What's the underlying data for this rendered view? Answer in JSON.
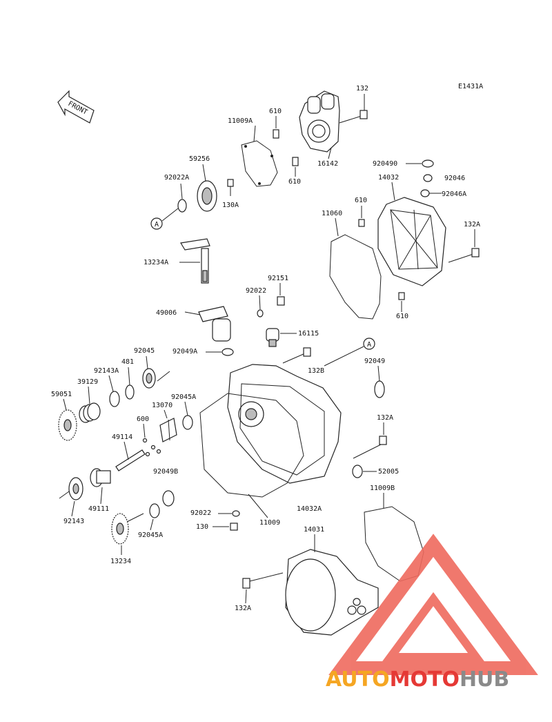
{
  "diagram_code": "E1431A",
  "front_label": "FRONT",
  "ref_mark": "A",
  "parts": {
    "p132": "132",
    "p11009A": "11009A",
    "p610_top": "610",
    "p16142": "16142",
    "p610_mid": "610",
    "p59256": "59256",
    "p92022A": "92022A",
    "p130A": "130A",
    "p920490": "920490",
    "p92046": "92046",
    "p14032": "14032",
    "p92046A": "92046A",
    "p610_r": "610",
    "p11060": "11060",
    "p132A_r": "132A",
    "p13234A": "13234A",
    "p92151": "92151",
    "p92022": "92022",
    "p610_lr": "610",
    "p49006": "49006",
    "p16115": "16115",
    "p92049A": "92049A",
    "p132B": "132B",
    "p92045": "92045",
    "p481": "481",
    "p92143A": "92143A",
    "p39129": "39129",
    "p92049": "92049",
    "p59051": "59051",
    "p13070": "13070",
    "p92045A": "92045A",
    "p600": "600",
    "p132A_m": "132A",
    "p49114": "49114",
    "p92049B": "92049B",
    "p52005": "52005",
    "p11009B": "11009B",
    "p14032A": "14032A",
    "p92143": "92143",
    "p49111": "49111",
    "p92022_b": "92022",
    "p11009": "11009",
    "p130": "130",
    "p92045A_b": "92045A",
    "p14031": "14031",
    "p13234": "13234",
    "p132A_b": "132A"
  },
  "watermark": {
    "auto": "AUTO",
    "moto": "MOTO",
    "hub": "HUB",
    "color_orange": "#f5a623",
    "color_red": "#e53935",
    "color_gray": "#8a8a8a",
    "triangle_color": "#ef6a5e"
  }
}
